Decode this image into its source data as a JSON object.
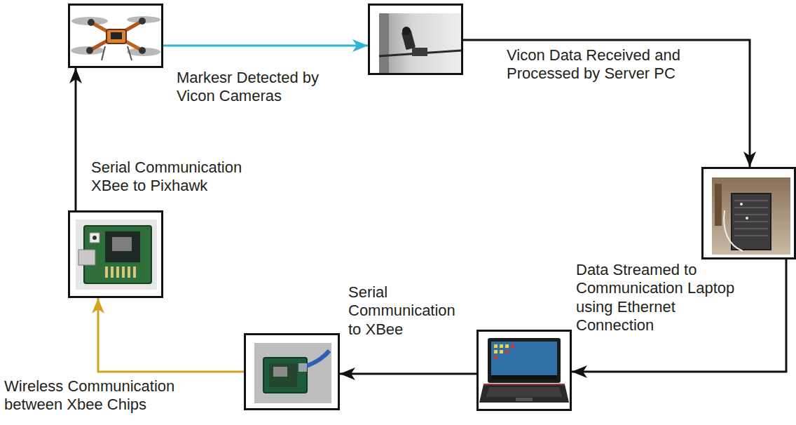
{
  "diagram": {
    "nodes": [
      {
        "text": []
      },
      {
        "text": []
      },
      {
        "text": []
      },
      {
        "text": []
      },
      {
        "text": []
      },
      {
        "text": []
      }
    ],
    "edges": [
      {
        "from": 0,
        "to": 1,
        "arrow": "to",
        "label": "Markesr Detected by Vicon Cameras"
      },
      {
        "from": 1,
        "to": 2,
        "arrow": "to",
        "label": "Vicon Data Received and Processed by Server PC"
      },
      {
        "from": 2,
        "to": 3,
        "arrow": "to",
        "label": "Data Streamed to Communication Laptop using Ethernet Connection"
      },
      {
        "from": 3,
        "to": 4,
        "arrow": "to",
        "label": "Serial Communication to XBee"
      },
      {
        "from": 4,
        "to": 5,
        "arrow": "to",
        "label": "Wireless Communication between Xbee Chips"
      },
      {
        "from": 5,
        "to": 0,
        "arrow": "to",
        "label": "Serial Communication XBee to Pixhawk"
      }
    ]
  }
}
